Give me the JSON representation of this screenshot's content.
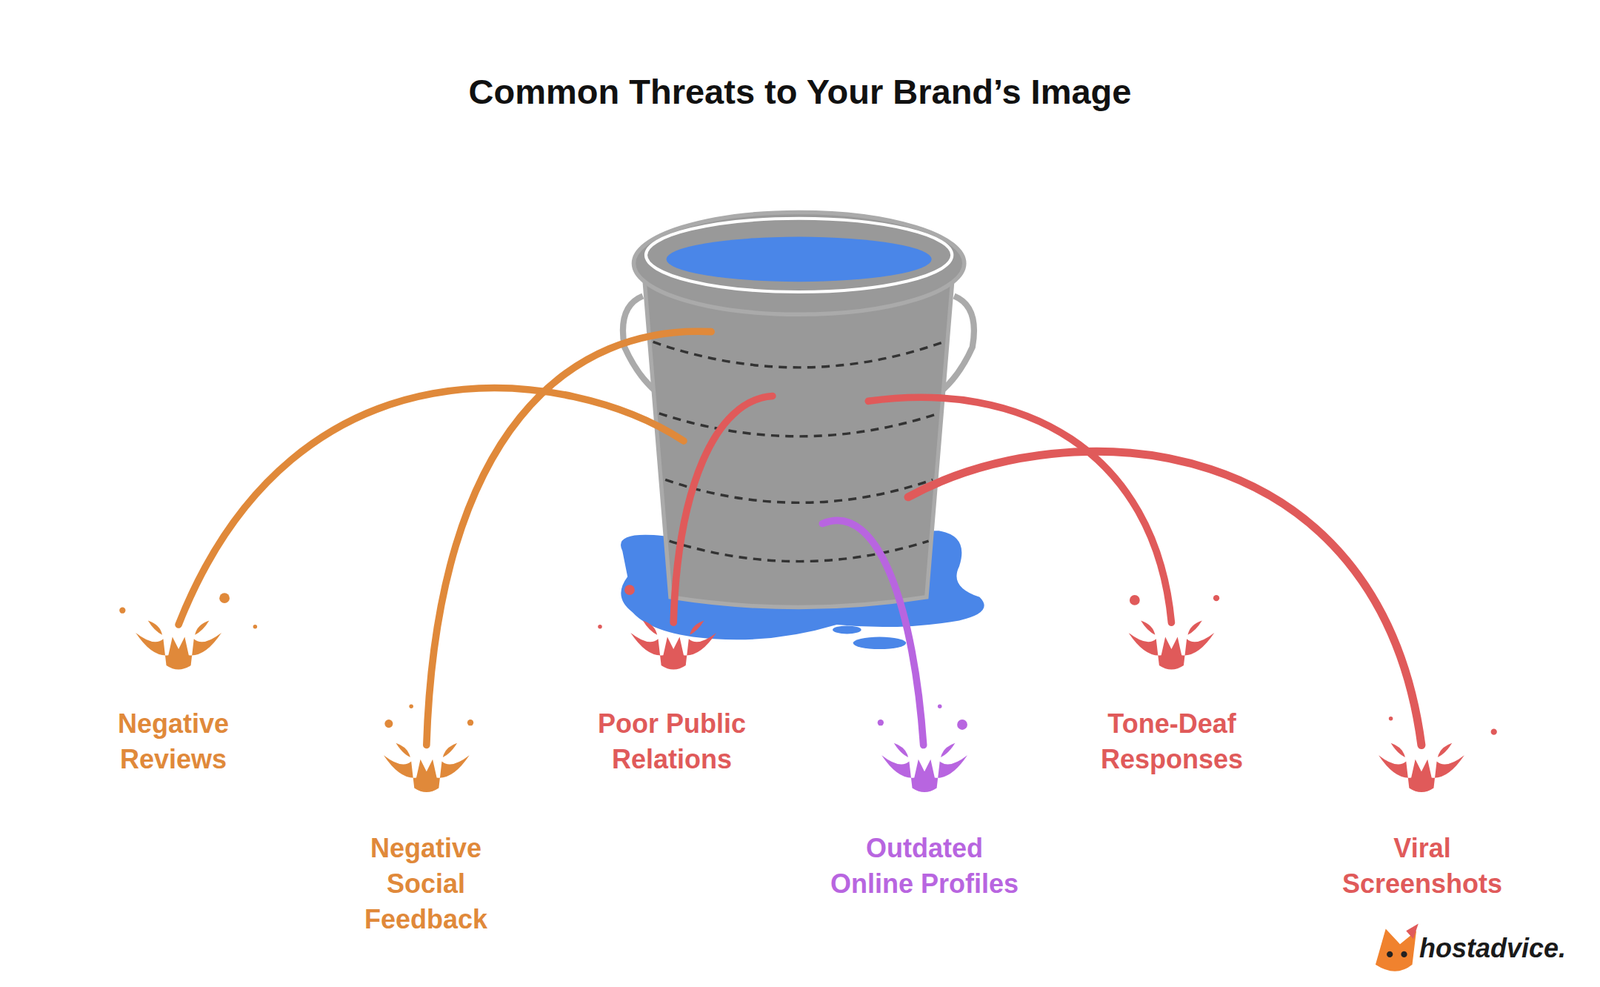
{
  "diagram": {
    "title": "Common Threats to Your Brand’s Image",
    "labels": [
      "Negative Reviews",
      "Negative Social Feedback",
      "Poor Public Relations",
      "Outdated Online Profiles",
      "Tone-Deaf Responses",
      "Viral Screenshots",
      "hostadvice."
    ]
  }
}
